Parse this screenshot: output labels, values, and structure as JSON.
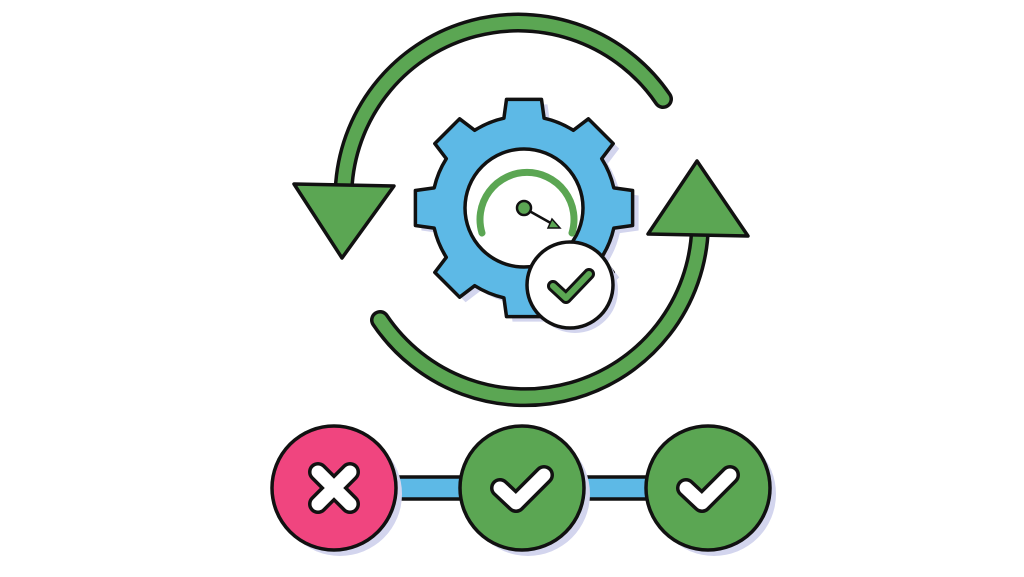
{
  "illustration": {
    "subject": "continuous-improvement-cycle",
    "icons": {
      "cycle": "circular-arrows-icon",
      "gear": "gear-icon",
      "gauge": "gauge-icon",
      "badge": "check-badge-icon",
      "fail": "x-mark-icon",
      "pass": "check-mark-icon"
    },
    "steps": [
      {
        "status": "fail",
        "icon": "x-mark-icon",
        "color": "#F0457F"
      },
      {
        "status": "pass",
        "icon": "check-mark-icon",
        "color": "#5BA653"
      },
      {
        "status": "pass",
        "icon": "check-mark-icon",
        "color": "#5BA653"
      }
    ]
  },
  "colors": {
    "outline": "#111111",
    "arrow_green": "#5BA653",
    "gear_blue": "#5DB9E6",
    "fail_pink": "#F0457F",
    "pass_green": "#5BA653",
    "connector_blue": "#5DB9E6",
    "shadow": "#D3D5EE",
    "white": "#FFFFFF"
  }
}
